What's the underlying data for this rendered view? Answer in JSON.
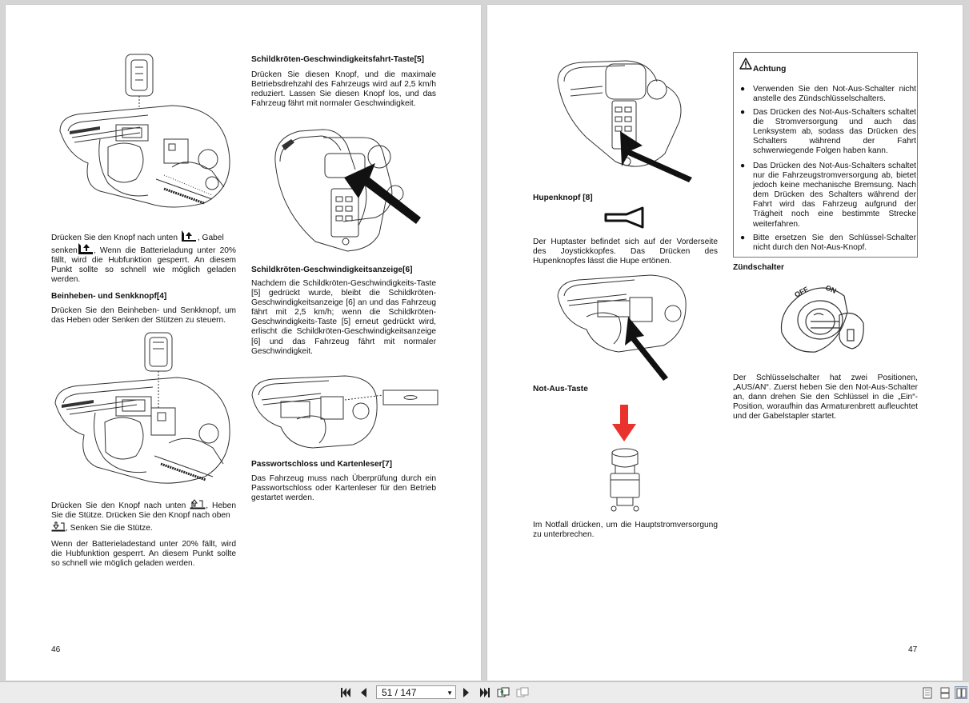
{
  "left_page": {
    "page_number": "46",
    "col1": {
      "p1_before_icon": "Drücken Sie den Knopf nach unten",
      "p1_after_icon": ", Gabel",
      "p1_line2_start": "senken",
      "p1_rest": ", Wenn die Batterieladung unter 20% fällt, wird die Hubfunktion gesperrt. An diesem Punkt sollte so schnell wie möglich geladen werden.",
      "h_beinheben": "Beinheben- und Senkknopf[4]",
      "p_beinheben": "Drücken Sie den Beinheben- und Senkknopf, um das Heben oder Senken der Stützen zu steuern.",
      "p2_before_icon": "Drücken Sie den Knopf nach unten",
      "p2_after_icon": ", Heben Sie die Stütze. Drücken Sie den Knopf nach oben",
      "p2_end": ", Senken Sie die Stütze.",
      "p3": "Wenn der Batterieladestand unter 20% fällt, wird die Hubfunktion gesperrt. An diesem Punkt sollte so schnell wie möglich geladen werden."
    },
    "col2": {
      "h_turtle_btn": "Schildkröten-Geschwindigkeitsfahrt-Taste[5]",
      "p_turtle_btn": "Drücken Sie diesen Knopf, und die maximale Betriebsdrehzahl des Fahrzeugs wird auf 2,5 km/h reduziert. Lassen Sie diesen Knopf los, und das Fahrzeug fährt mit normaler Geschwindigkeit.",
      "h_turtle_ind": "Schildkröten-Geschwindigkeitsanzeige[6]",
      "p_turtle_ind": "Nachdem die Schildkröten-Geschwindigkeits-Taste [5] gedrückt wurde, bleibt die Schildkröten-Geschwindigkeitsanzeige [6] an und das Fahrzeug fährt mit 2,5 km/h; wenn die Schildkröten-Geschwindigkeits-Taste [5] erneut gedrückt wird, erlischt die Schildkröten-Geschwindigkeitsanzeige [6] und das Fahrzeug fährt mit normaler Geschwindigkeit.",
      "h_password": "Passwortschloss und Kartenleser[7]",
      "p_password": "Das Fahrzeug muss nach Überprüfung durch ein Passwortschloss oder Kartenleser für den Betrieb gestartet werden."
    }
  },
  "right_page": {
    "page_number": "47",
    "col1": {
      "h_horn": "Hupenknopf [8]",
      "p_horn": "Der Huptaster befindet sich auf der Vorderseite des Joystickkopfes. Das Drücken des Hupenknopfes lässt die Hupe ertönen.",
      "h_estop": "Not-Aus-Taste",
      "p_estop": "Im Notfall drücken, um die Hauptstromversorgung zu unterbrechen."
    },
    "col2": {
      "warning_title": "Achtung",
      "warning_items": [
        "Verwenden Sie den Not-Aus-Schalter nicht anstelle des Zündschlüsselschalters.",
        "Das Drücken des Not-Aus-Schalters schaltet die Stromversorgung und auch das Lenksystem ab, sodass das Drücken des Schalters während der Fahrt schwerwiegende Folgen haben kann.",
        "Das Drücken des Not-Aus-Schalters schaltet nur die Fahrzeugstromversorgung ab, bietet jedoch keine mechanische Bremsung. Nach dem Drücken des Schalters während der Fahrt wird das Fahrzeug aufgrund der Trägheit noch eine bestimmte Strecke weiterfahren.",
        "Bitte ersetzen Sie den Schlüssel-Schalter nicht durch den Not-Aus-Knopf."
      ],
      "bullet": "●",
      "h_ignition": "Zündschalter",
      "p_ignition": "Der Schlüsselschalter hat zwei Positionen, „AUS/AN“. Zuerst heben Sie den Not-Aus-Schalter an, dann drehen Sie den Schlüssel in die „Ein“-Position, woraufhin das Armaturenbrett aufleuchtet und der Gabelstapler startet.",
      "key_labels": [
        "OFF",
        "ON"
      ]
    }
  },
  "toolbar": {
    "page_display": "51 / 147"
  },
  "icons": {
    "first_page": "first-page-icon",
    "prev_page": "prev-page-icon",
    "next_page": "next-page-icon",
    "last_page": "last-page-icon",
    "estop_arrow_color": "#e8322b"
  }
}
